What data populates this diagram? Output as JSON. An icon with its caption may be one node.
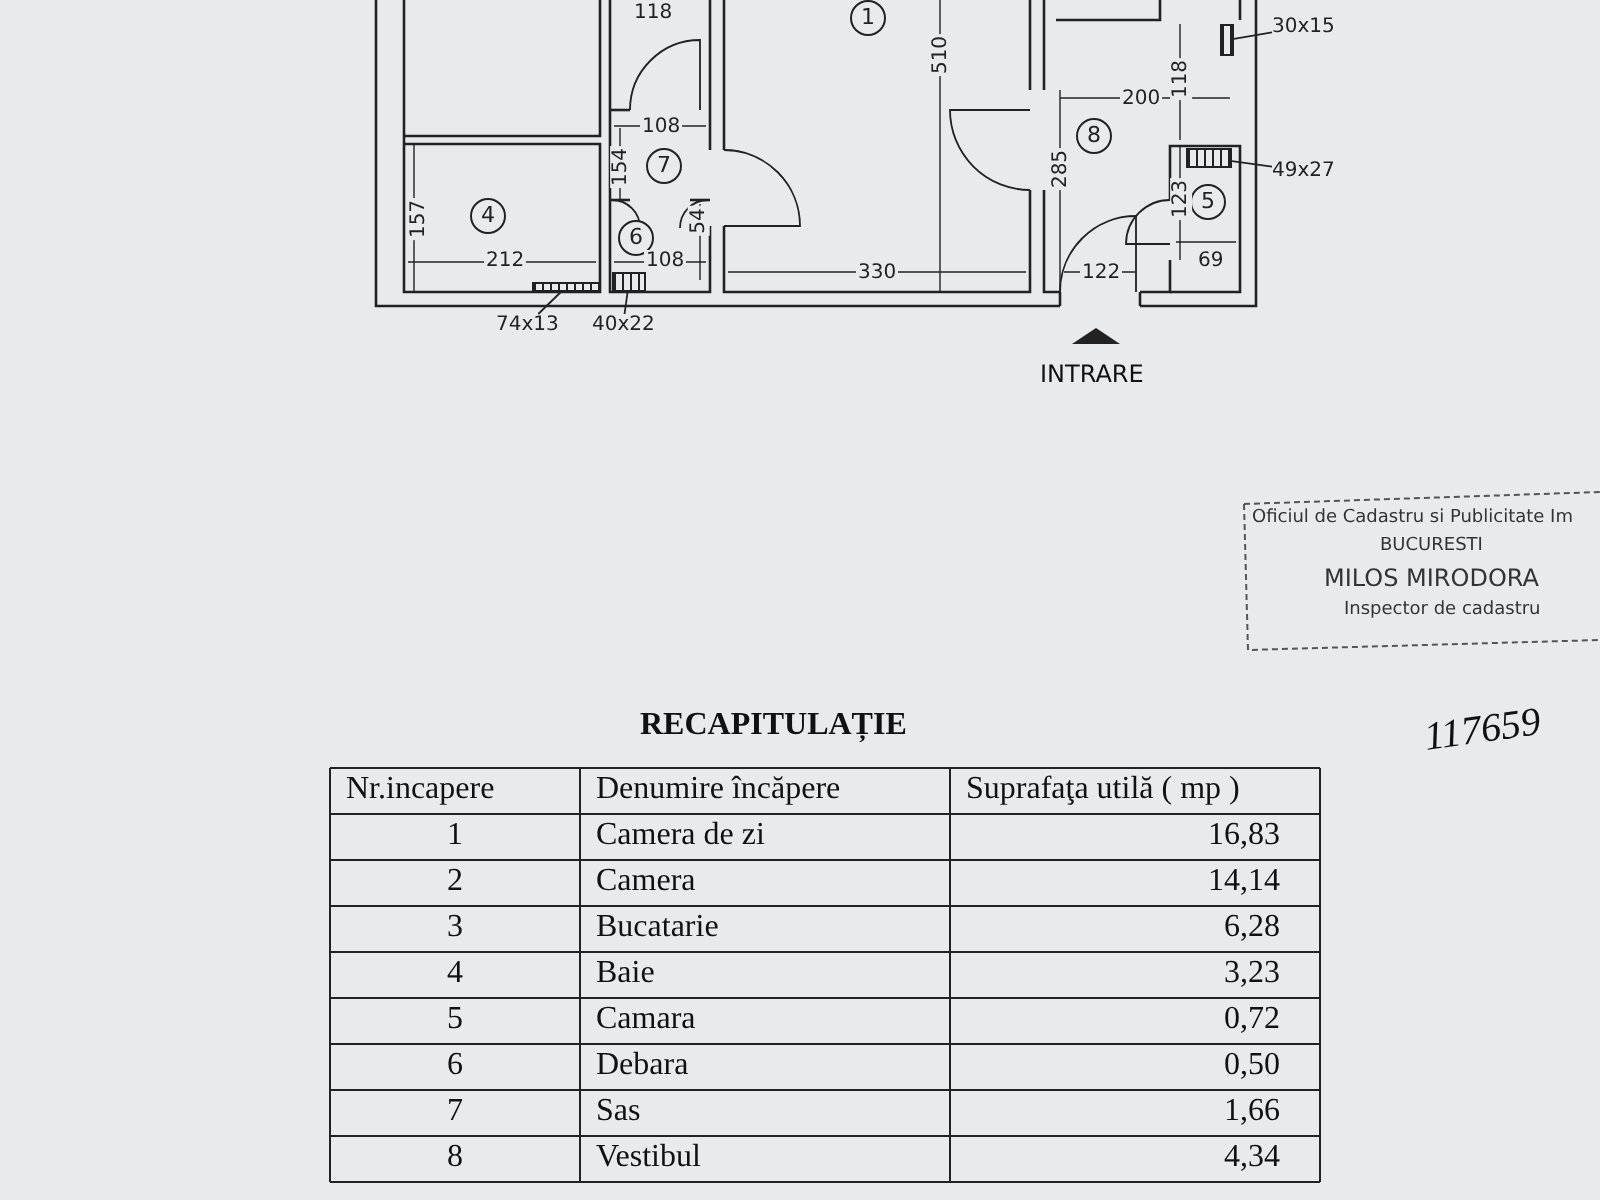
{
  "diagram": {
    "nodes": [
      {
        "text": [
          "1"
        ]
      },
      {
        "text": [
          "8"
        ]
      },
      {
        "text": [
          "7"
        ]
      },
      {
        "text": [
          "4"
        ]
      },
      {
        "text": [
          "5"
        ]
      },
      {
        "text": [
          "6"
        ]
      },
      {
        "text": [
          "30x15"
        ]
      },
      {
        "text": [],
        "shape": "box"
      },
      {
        "text": [
          "49x27"
        ]
      },
      {
        "text": [],
        "shape": "box"
      },
      {
        "text": [
          "74x13"
        ]
      },
      {
        "text": [],
        "shape": "box"
      },
      {
        "text": [
          "40x22"
        ]
      },
      {
        "text": [],
        "shape": "box"
      }
    ],
    "edges": [
      {
        "from": 6,
        "to": 7,
        "arrow": "none"
      },
      {
        "from": 8,
        "to": 9,
        "arrow": "none"
      },
      {
        "from": 10,
        "to": 11,
        "arrow": "none"
      },
      {
        "from": 12,
        "to": 13,
        "arrow": "none"
      }
    ],
    "labels": [
      "118",
      "510",
      "118",
      "200",
      "108",
      "154",
      "285",
      "123",
      "157",
      "54",
      "212",
      "108",
      "69",
      "330",
      "122",
      "INTRARE",
      "Oficiul de Cadastru si Publicitate Im",
      "BUCURESTI",
      "MILOS MIRODORA",
      "Inspector de cadastru",
      "RECAPITULAȚIE",
      "117659",
      "Nr.incapere",
      "Denumire încăpere",
      "Suprafaţa utilă ( mp )",
      "1",
      "Camera de zi",
      "16,83",
      "2",
      "Camera",
      "14,14",
      "3",
      "Bucatarie",
      "6,28",
      "4",
      "Baie",
      "3,23",
      "5",
      "Camara",
      "0,72",
      "6",
      "Debara",
      "0,50",
      "7",
      "Sas",
      "1,66",
      "8",
      "Vestibul",
      "4,34"
    ]
  }
}
